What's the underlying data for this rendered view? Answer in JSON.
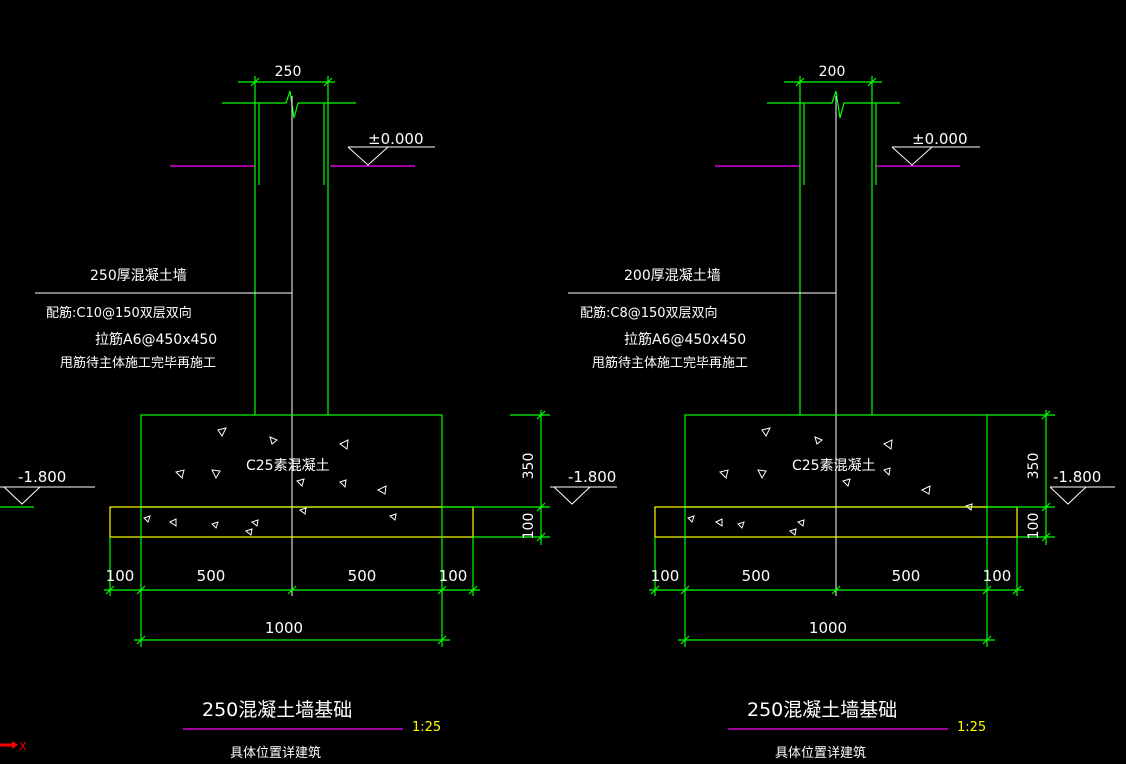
{
  "drawings": [
    {
      "wall_thickness": "250",
      "elev_top": "±0.000",
      "elev_bottom": "-1.800",
      "wall_label": "250厚混凝土墙",
      "rebar": "配筋:C10@150双层双向",
      "tie": "拉筋A6@450x450",
      "note": "甩筋待主体施工完毕再施工",
      "concrete": "C25素混凝土",
      "dim_350": "350",
      "dim_100v": "100",
      "dims_bottom": [
        "100",
        "500",
        "500",
        "100"
      ],
      "dim_total": "1000",
      "title": "250混凝土墙基础",
      "scale": "1:25",
      "subtitle": "具体位置详建筑"
    },
    {
      "wall_thickness": "200",
      "elev_top": "±0.000",
      "elev_bottom": "-1.800",
      "wall_label": "200厚混凝土墙",
      "rebar": "配筋:C8@150双层双向",
      "tie": "拉筋A6@450x450",
      "note": "甩筋待主体施工完毕再施工",
      "concrete": "C25素混凝土",
      "dim_350": "350",
      "dim_100v": "100",
      "dims_bottom": [
        "100",
        "500",
        "500",
        "100"
      ],
      "dim_total": "1000",
      "title": "250混凝土墙基础",
      "scale": "1:25",
      "subtitle": "具体位置详建筑"
    }
  ],
  "axis_label": "X",
  "colors": {
    "line": "#00ff00",
    "text": "#ffffff",
    "grade": "#ff00ff",
    "pad": "#ffff00"
  }
}
